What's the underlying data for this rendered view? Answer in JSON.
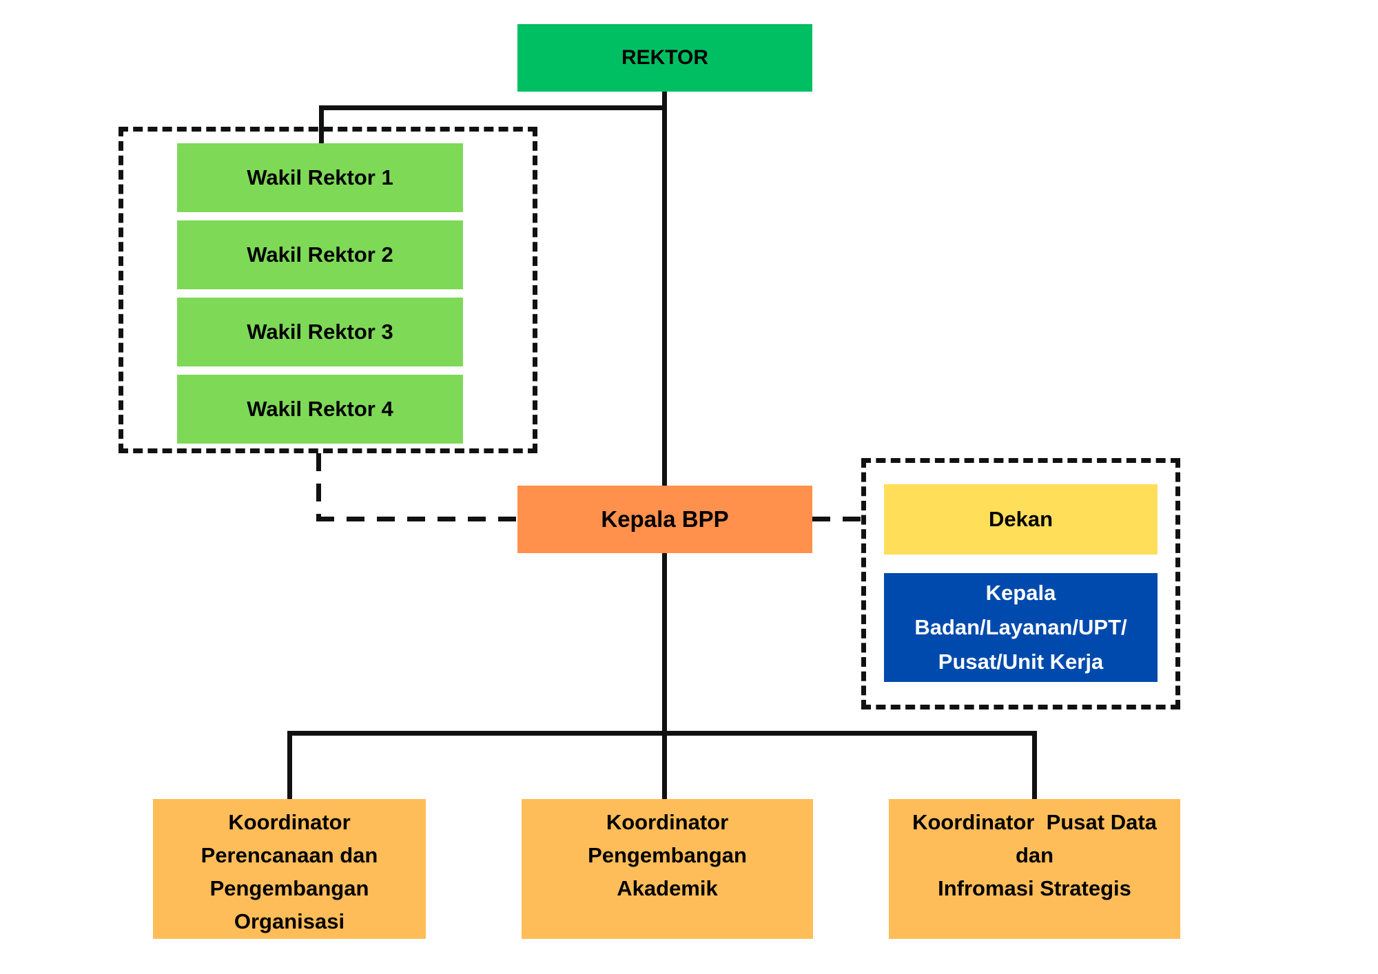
{
  "diagram": {
    "type": "organization-chart",
    "nodes": {
      "rektor": {
        "label": "REKTOR",
        "bg": "#00BF63",
        "text_color": "#000000"
      },
      "wakil_rektor": {
        "items": [
          "Wakil Rektor 1",
          "Wakil Rektor 2",
          "Wakil Rektor 3",
          "Wakil Rektor 4"
        ],
        "bg": "#7ED957",
        "text_color": "#000000"
      },
      "kepala_bpp": {
        "label": "Kepala BPP",
        "bg": "#FF914D",
        "text_color": "#000000"
      },
      "dekan": {
        "label": "Dekan",
        "bg": "#FFDE59",
        "text_color": "#000000"
      },
      "kepala_badan": {
        "lines": [
          "Kepala",
          "Badan/Layanan/UPT/",
          "Pusat/Unit Kerja"
        ],
        "bg": "#004AAD",
        "text_color": "#FFFFFF"
      },
      "koordinator_perencanaan": {
        "lines": [
          "Koordinator",
          "Perencanaan dan",
          "Pengembangan",
          "Organisasi"
        ],
        "bg": "#FFBD59",
        "text_color": "#000000"
      },
      "koordinator_akademik": {
        "lines": [
          "Koordinator",
          "Pengembangan",
          "Akademik"
        ],
        "bg": "#FFBD59",
        "text_color": "#000000"
      },
      "koordinator_pusat_data": {
        "lines": [
          "Koordinator  Pusat Data",
          "dan",
          "Infromasi Strategis"
        ],
        "bg": "#FFBD59",
        "text_color": "#000000"
      }
    },
    "edges": [
      {
        "from": "rektor",
        "to": "wakil_rektor_group",
        "style": "solid"
      },
      {
        "from": "rektor",
        "to": "kepala_bpp",
        "style": "solid"
      },
      {
        "from": "wakil_rektor_group",
        "to": "kepala_bpp",
        "style": "dashed"
      },
      {
        "from": "kepala_bpp",
        "to": "dekan_group",
        "style": "dashed"
      },
      {
        "from": "kepala_bpp",
        "to": "koordinator_perencanaan",
        "style": "solid"
      },
      {
        "from": "kepala_bpp",
        "to": "koordinator_akademik",
        "style": "solid"
      },
      {
        "from": "kepala_bpp",
        "to": "koordinator_pusat_data",
        "style": "solid"
      }
    ],
    "line_color": "#111111"
  }
}
